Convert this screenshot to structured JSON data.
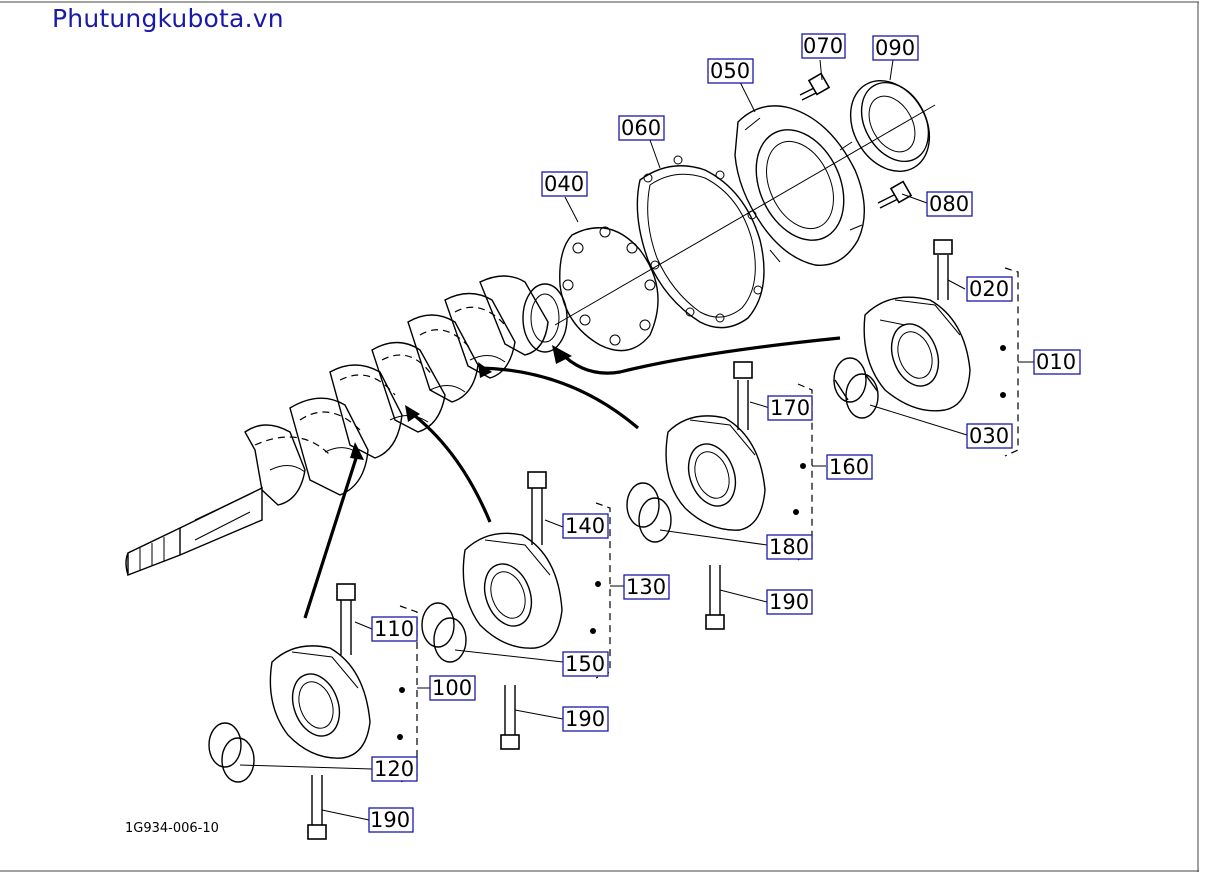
{
  "watermark": "Phutungkubota.vn",
  "drawing_code": "1G934-006-10",
  "part_labels": {
    "p010": "010",
    "p020": "020",
    "p030": "030",
    "p040": "040",
    "p050": "050",
    "p060": "060",
    "p070": "070",
    "p080": "080",
    "p090": "090",
    "p100": "100",
    "p110": "110",
    "p120": "120",
    "p130": "130",
    "p140": "140",
    "p150": "150",
    "p160": "160",
    "p170": "170",
    "p180": "180",
    "p190a": "190",
    "p190b": "190",
    "p190c": "190"
  },
  "colors": {
    "watermark": "#1a1aa8",
    "label_border": "#1a1aa8",
    "line": "#000000"
  }
}
